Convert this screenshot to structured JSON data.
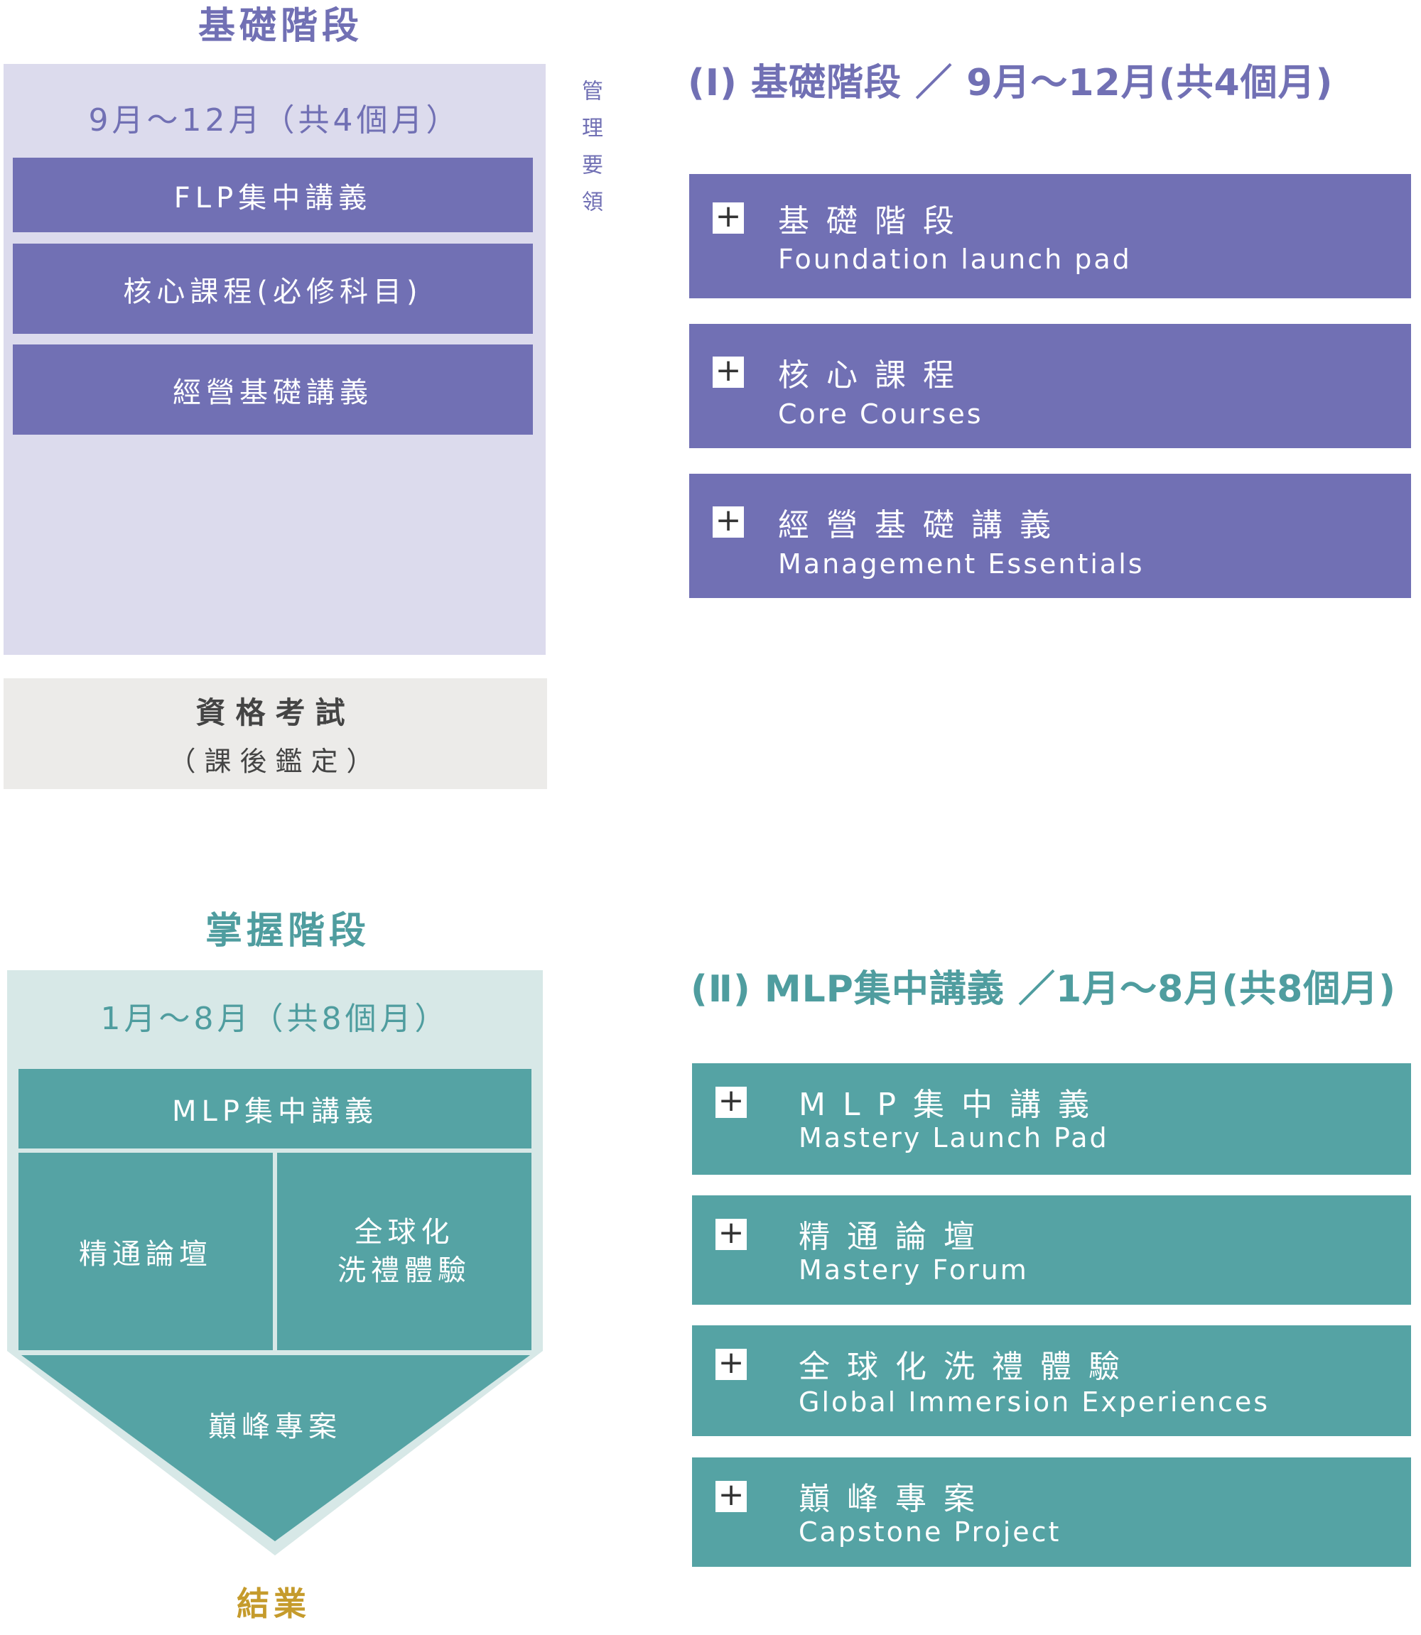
{
  "foundation": {
    "stage_title": "基礎階段",
    "period": "9月～12月（共4個月）",
    "boxes": [
      "FLP集中講義",
      "核心課程(必修科目)",
      "經營基礎講義"
    ],
    "side_note": "管理要領",
    "exam": {
      "title": "資格考試",
      "subtitle": "（課後鑑定）"
    }
  },
  "mastery": {
    "stage_title": "掌握階段",
    "period": "1月～8月（共8個月）",
    "top_box": "MLP集中講義",
    "left_box": "精通論壇",
    "right_box_line1": "全球化",
    "right_box_line2": "洗禮體驗",
    "capstone": "巔峰專案",
    "graduation": "結業"
  },
  "detail_foundation": {
    "heading": "(Ⅰ) 基礎階段 ／ 9月～12月(共4個月)",
    "items": [
      {
        "zh": "基礎階段",
        "en": "Foundation launch pad",
        "expand_icon": "plus-icon"
      },
      {
        "zh": "核心課程",
        "en": "Core Courses",
        "expand_icon": "plus-icon"
      },
      {
        "zh": "經營基礎講義",
        "en": "Management Essentials",
        "expand_icon": "plus-icon"
      }
    ]
  },
  "detail_mastery": {
    "heading": "(Ⅱ) MLP集中講義 ／1月～8月(共8個月)",
    "items": [
      {
        "zh": "MLP集中講義",
        "en": "Mastery Launch Pad",
        "expand_icon": "plus-icon"
      },
      {
        "zh": "精通論壇",
        "en": "Mastery Forum",
        "expand_icon": "plus-icon"
      },
      {
        "zh": "全球化洗禮體驗",
        "en": "Global Immersion Experiences",
        "expand_icon": "plus-icon"
      },
      {
        "zh": "巔峰專案",
        "en": "Capstone Project",
        "expand_icon": "plus-icon"
      }
    ]
  },
  "colors": {
    "purple": "#7170b4",
    "purple_light": "#dcdbed",
    "teal": "#55a3a4",
    "teal_light": "#d7e8e7",
    "exam_gray": "#ecebe9",
    "gold": "#c59b2c"
  }
}
